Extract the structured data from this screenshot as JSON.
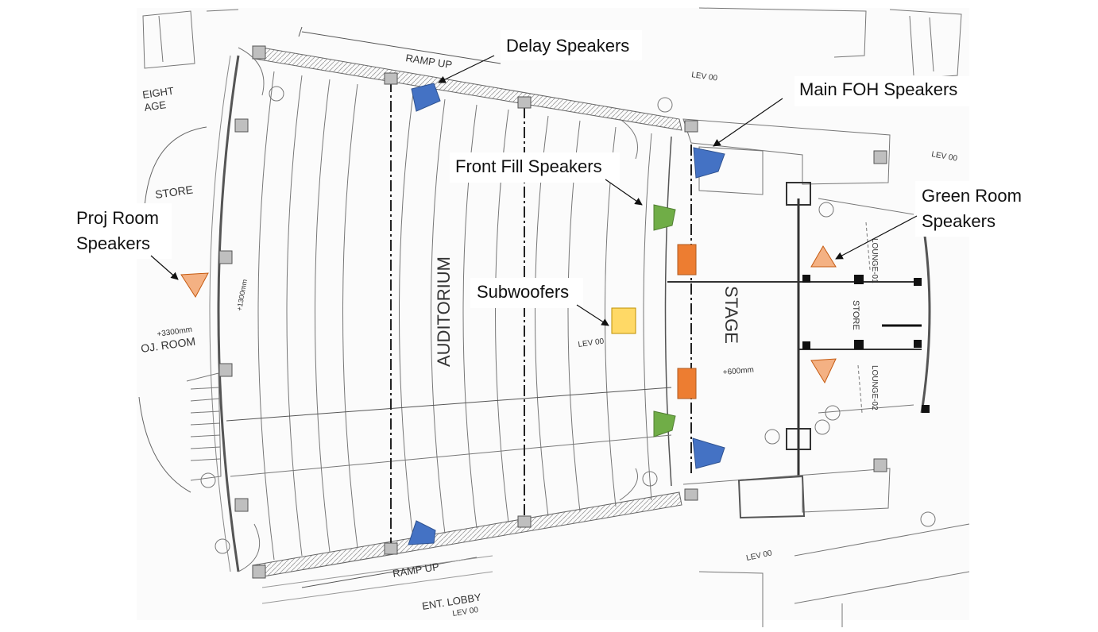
{
  "plan_labels": {
    "ramp_up_top": "RAMP UP",
    "ramp_up_bottom": "RAMP UP",
    "auditorium": "AUDITORIUM",
    "stage": "STAGE",
    "store_top": "STORE",
    "store_right": "STORE",
    "proj_room": "OJ. ROOM",
    "ent_lobby": "ENT. LOBBY",
    "lounge_1": "LOUNGE-01",
    "lounge_2": "LOUNGE-02",
    "level_aud": "+1300mm",
    "level_proj": "+3300mm",
    "level_stage": "+600mm",
    "level_lev_00_mid": "LEV 00",
    "level_lev_00_top": "LEV 00",
    "level_lev_00_right": "LEV 00",
    "level_lev_00_bottom": "LEV 00",
    "level_lev_00_lobby": "LEV 00",
    "height_stage": "EIGHT\nAGE"
  },
  "callouts": {
    "delay": "Delay Speakers",
    "main_foh": "Main FOH Speakers",
    "front_fill": "Front Fill Speakers",
    "green_room_1": "Green Room",
    "green_room_2": "Speakers",
    "proj_room_1": "Proj Room",
    "proj_room_2": "Speakers",
    "subwoofers": "Subwoofers"
  },
  "colors": {
    "delay": "#4472c4",
    "main_foh": "#4472c4",
    "front_fill": "#70ad47",
    "subwoofer_stage": "#ed7d31",
    "subwoofer_floor": "#ffd966",
    "green_room": "#f4b183",
    "proj_room": "#f4b183",
    "plan_line": "#6b6b6b"
  }
}
